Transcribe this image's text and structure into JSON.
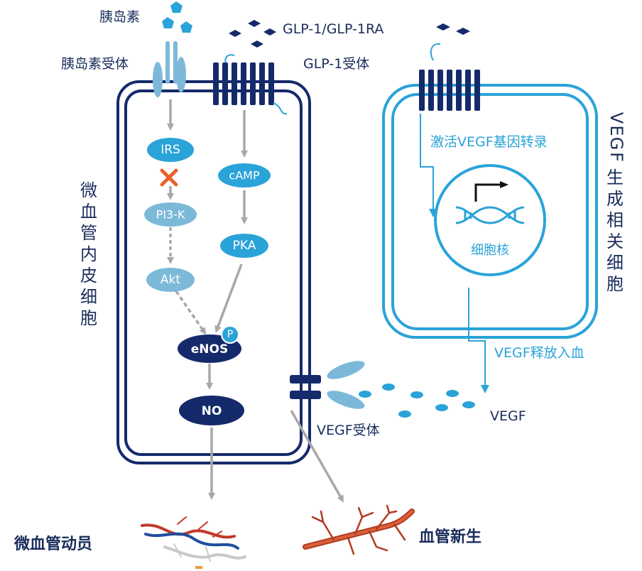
{
  "labels": {
    "insulin": "胰岛素",
    "insulin_receptor": "胰岛素受体",
    "glp1": "GLP-1/GLP-1RA",
    "glp1_receptor": "GLP-1受体",
    "endothelial_cell": [
      "微",
      "血",
      "管",
      "内",
      "皮",
      "细",
      "胞"
    ],
    "vegf_cell": [
      "V",
      "E",
      "G",
      "F",
      "生",
      "成",
      "相",
      "关",
      "细",
      "胞"
    ],
    "activate_vegf": "激活VEGF基因转录",
    "nucleus": "细胞核",
    "vegf_release": "VEGF释放入血",
    "vegf": "VEGF",
    "vegf_receptor": "VEGF受体",
    "microvascular": "微血管动员",
    "angiogenesis": "血管新生"
  },
  "nodes": {
    "irs": "IRS",
    "pi3k": "PI3-K",
    "akt": "Akt",
    "camp": "cAMP",
    "pka": "PKA",
    "enos": "eNOS",
    "p": "P",
    "no": "NO"
  },
  "colors": {
    "navy": "#152a6b",
    "cyan": "#2aa3d8",
    "light_blue": "#7cb9d9",
    "gray_arrow": "#a8a8a8",
    "inhibit": "#e8622a",
    "vessel_red": "#c0392b"
  }
}
